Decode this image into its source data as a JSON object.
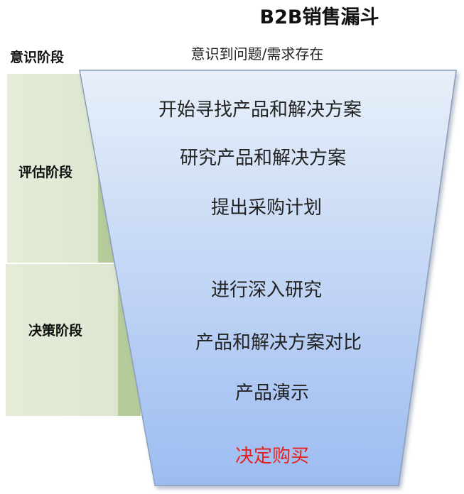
{
  "title": "B2B销售漏斗",
  "stages": {
    "awareness": {
      "label": "意识阶段",
      "text": "意识到问题/需求存在"
    },
    "evaluation": {
      "label": "评估阶段",
      "steps": [
        "开始寻找产品和解决方案",
        "研究产品和解决方案",
        "提出采购计划"
      ]
    },
    "decision": {
      "label": "决策阶段",
      "steps": [
        "进行深入研究",
        "产品和解决方案对比",
        "产品演示"
      ]
    }
  },
  "final_step": "决定购买",
  "colors": {
    "funnel_top": "#e6eef9",
    "funnel_bottom": "#9fbff2",
    "funnel_border": "#8a9cb8",
    "stage_panel": "#e2ebd6",
    "stage_panel_shadow": "#b7cc9e",
    "highlight": "#e8221b"
  }
}
